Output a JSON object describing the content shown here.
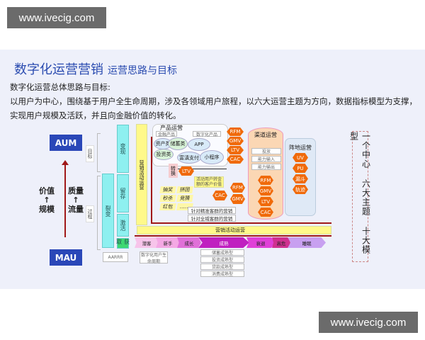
{
  "watermark": "www.ivecig.com",
  "title": {
    "main": "数字化运营营销",
    "sub": "运营思路与目标"
  },
  "intro": {
    "heading": "数字化运营总体思路与目标:",
    "line1": "以用户为中心，围绕基于用户全生命周期，涉及各领域用户旅程，以六大运营主题为方向，数据指标模型为支撑，",
    "line2": "实现用户规模及活跃，并且向金融价值的转化。"
  },
  "left": {
    "aum": "AUM",
    "mau": "MAU",
    "value_scale": [
      "价值",
      "↑",
      "规模"
    ],
    "quality_flow": [
      "质量",
      "↑",
      "流量"
    ],
    "goal": "目标",
    "process": "过程"
  },
  "aarrr": {
    "fission": "裂变",
    "monetize": "变现",
    "retain": "留存",
    "activate": "激活",
    "acquire": "获取",
    "label": "AARRR"
  },
  "lifecycle_label": "数字化用户生命周期",
  "campaign": {
    "vertical": "营销活动运营",
    "horizontal": "营销活动运营",
    "activities": [
      "抽奖",
      "拼团",
      "秒杀",
      "竞猜",
      "红包",
      "……"
    ],
    "precise": "针对精准客群的营销",
    "global": "针对全域客群的营销",
    "note": "活动用户转金额的客户价值"
  },
  "product": {
    "title": "产品运营",
    "financial": "金融产品",
    "digital": "数字化产品",
    "items": [
      "资产类",
      "储蓄类",
      "投资类",
      "APP",
      "富滇支付",
      "小程序"
    ],
    "convert": "转换",
    "ltv": "LTV"
  },
  "metrics": [
    "RFM",
    "GMV",
    "LTV",
    "CAC"
  ],
  "campaign_metrics": {
    "cac": "CAC",
    "rfm": "RFM",
    "gmv": "GMV"
  },
  "channel": {
    "title": "渠道运营",
    "items": [
      "投放",
      "能力输入",
      "能力输出"
    ],
    "metrics": [
      "RFM",
      "GMV",
      "LTV",
      "CAC"
    ]
  },
  "position": {
    "title": "阵地运营",
    "metrics": [
      "UV",
      "PU",
      "漏斗",
      "轨迹"
    ]
  },
  "stages": [
    "潜客",
    "新手",
    "成长",
    "成熟",
    "衰退",
    "高危",
    "睡眠"
  ],
  "mature_types": [
    "储蓄成熟型",
    "投资成熟型",
    "贷款成熟型",
    "消费成熟型"
  ],
  "summary": "一个中心 六大主题 十大模型",
  "colors": {
    "accent": "#2a47b8",
    "hex": "#f06a0a",
    "arrow": "#a01818"
  }
}
